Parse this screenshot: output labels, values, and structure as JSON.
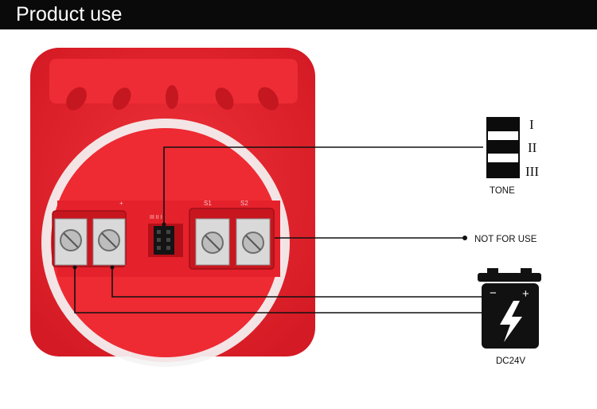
{
  "header": {
    "title": "Product use"
  },
  "tone": {
    "label": "TONE",
    "levels": [
      "I",
      "II",
      "III"
    ]
  },
  "terminals": {
    "left_label": "+",
    "right_label_1": "S1",
    "right_label_2": "S2",
    "jumper_label": "III II I"
  },
  "not_for_use": {
    "label": "NOT FOR USE"
  },
  "battery": {
    "label": "DC24V",
    "minus": "−",
    "plus": "+"
  },
  "colors": {
    "device_red": "#e8232d",
    "header_bg": "#0a0a0a",
    "wire": "#111111"
  }
}
